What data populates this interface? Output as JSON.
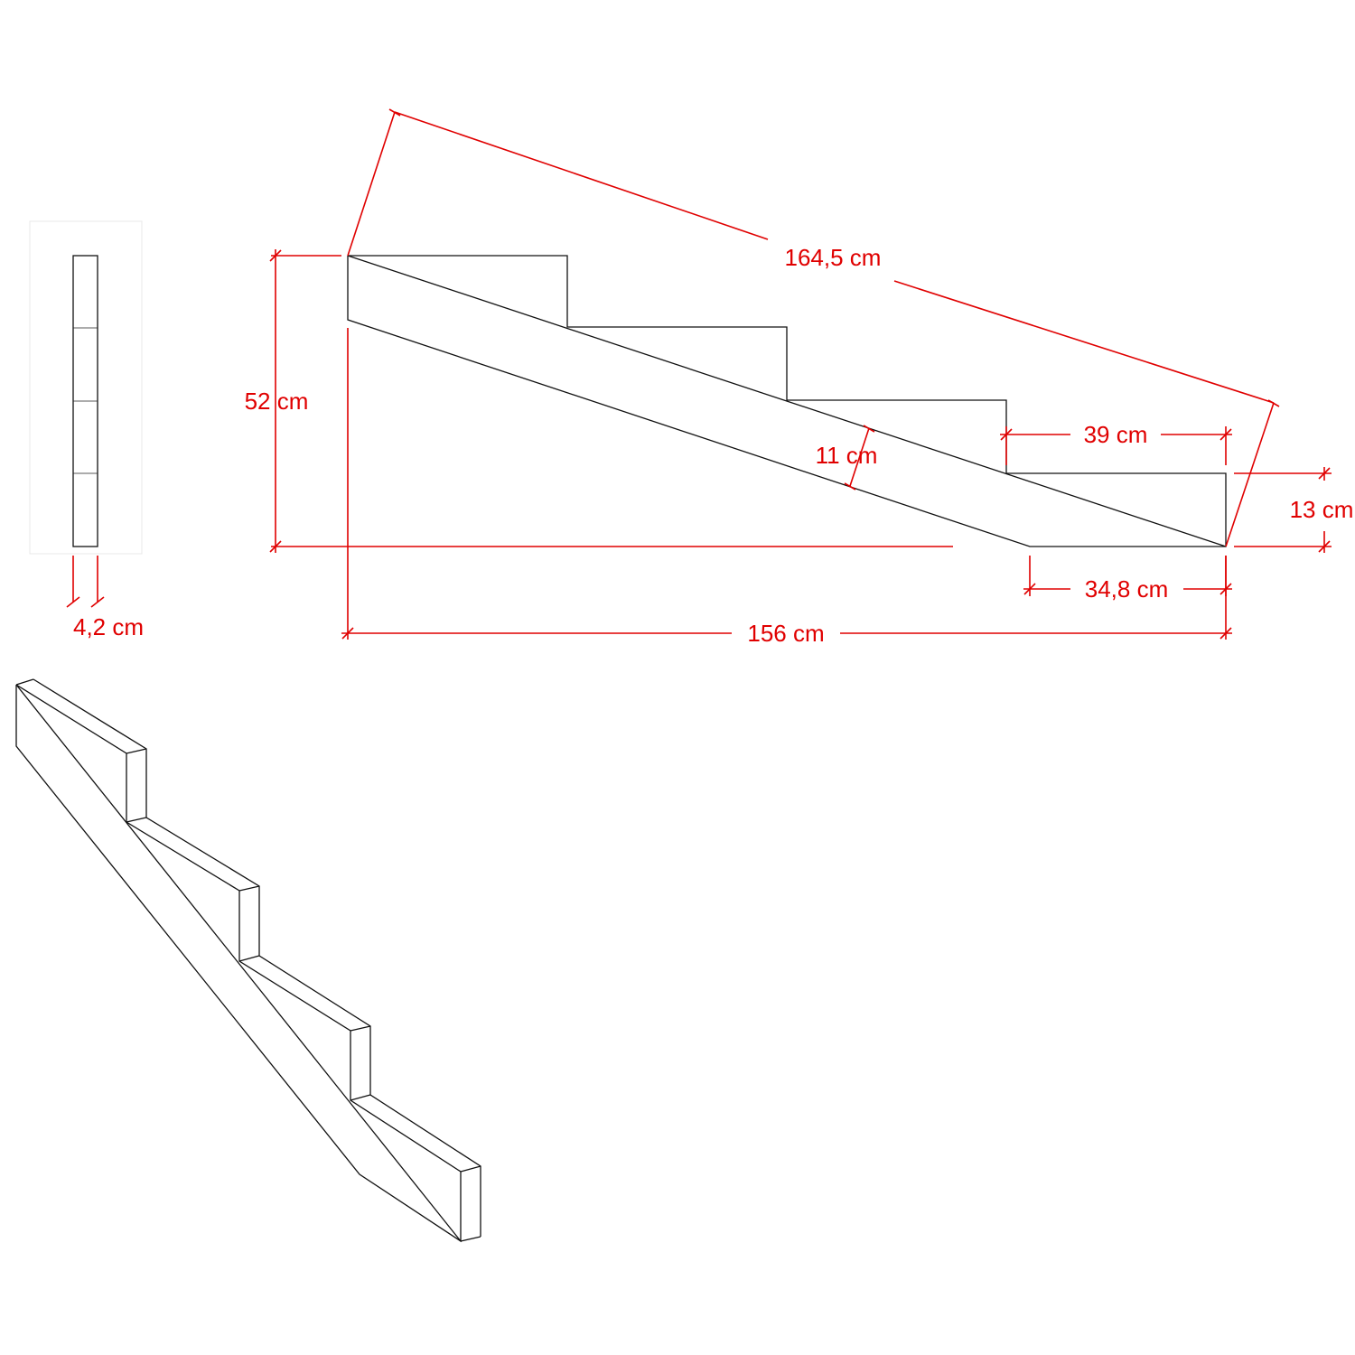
{
  "dimensions": {
    "diagonal": "164,5 cm",
    "height": "52 cm",
    "tread": "39 cm",
    "thickness": "11 cm",
    "end_height": "13 cm",
    "end_foot": "34,8 cm",
    "total_length": "156 cm",
    "board_width": "4,2 cm"
  },
  "colors": {
    "dimension": "#e00000",
    "outline": "#111111"
  }
}
